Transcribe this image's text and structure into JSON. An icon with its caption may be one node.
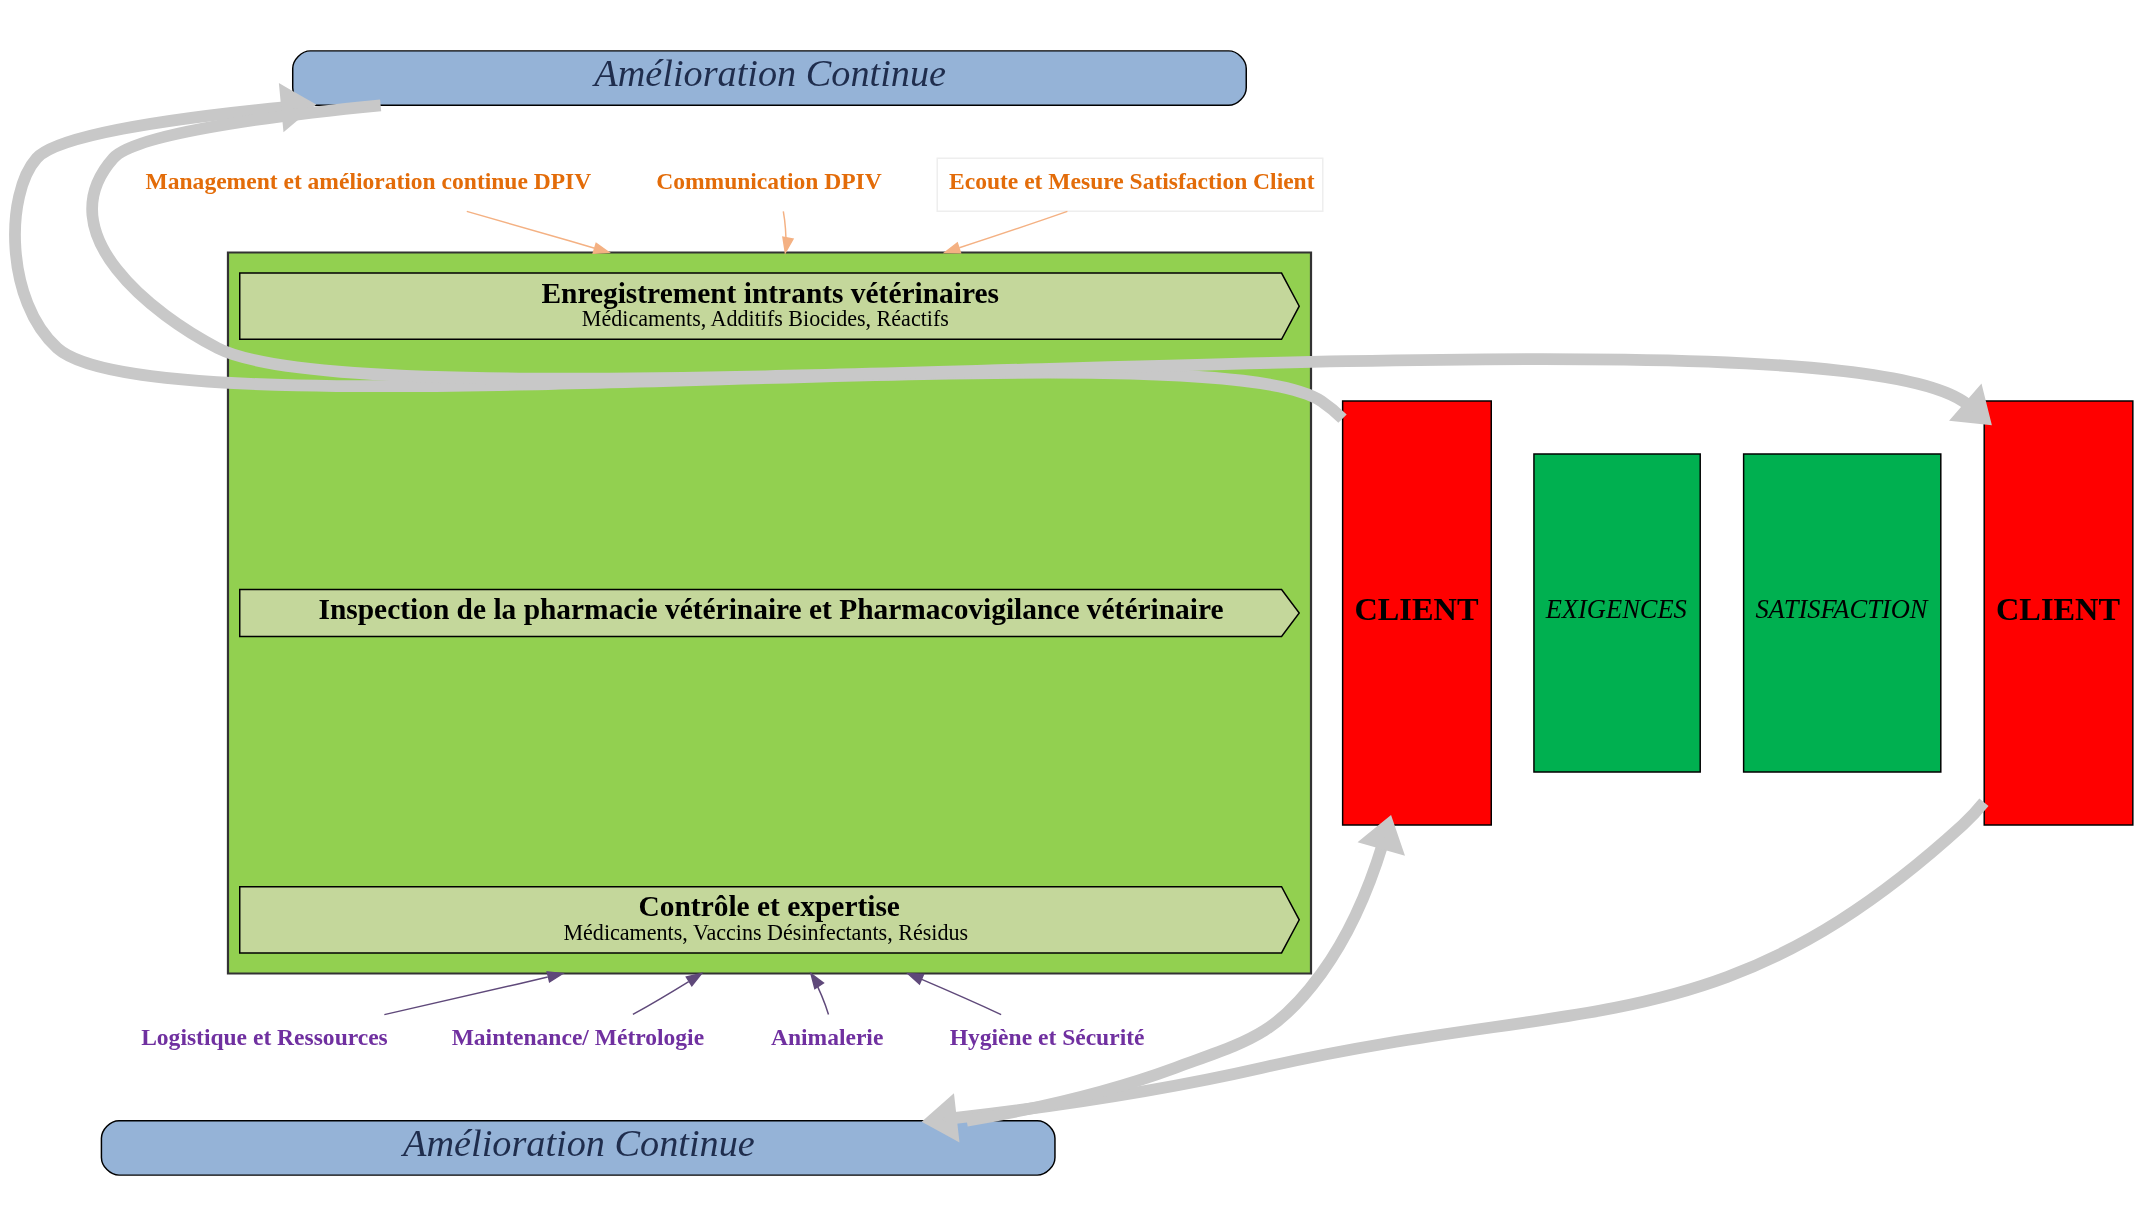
{
  "diagram": {
    "nodes": [
      {
        "text": [
          "Amélioration Continue"
        ]
      },
      {
        "text": [
          "CLIENT"
        ]
      },
      {
        "text": [
          "EXIGENCES"
        ]
      },
      {
        "text": [
          "Management et amélioration continue DPIV"
        ]
      },
      {
        "text": [
          "Communication DPIV"
        ]
      },
      {
        "text": [
          "Ecoute et Mesure Satisfaction Client"
        ]
      },
      {
        "text": [],
        "shape": "arrow"
      },
      {
        "text": [
          "Enregistrement intrants vétérinaires",
          "Médicaments, Additifs Biocides, Réactifs"
        ],
        "in": 6
      },
      {
        "text": [
          "Inspection de la pharmacie vétérinaire et Pharmacovigilance vétérinaire"
        ],
        "in": 6
      },
      {
        "text": [
          "Contrôle et expertise",
          "Médicaments, Vaccins Désinfectants, Résidus"
        ],
        "in": 6
      },
      {
        "text": [
          "SATISFACTION"
        ]
      },
      {
        "text": [
          "CLIENT"
        ]
      },
      {
        "text": [
          "Logistique et Ressources"
        ]
      },
      {
        "text": [
          "Maintenance/ Métrologie"
        ]
      },
      {
        "text": [
          "Animalerie"
        ]
      },
      {
        "text": [
          "Hygiène et Sécurité"
        ]
      },
      {
        "text": [
          "Amélioration Continue"
        ]
      }
    ],
    "edges": [
      {
        "from": 1,
        "to": 0,
        "arrow": "to",
        "style": "thick",
        "color": "#c8c8c8"
      },
      {
        "from": 0,
        "to": 11,
        "arrow": "to",
        "style": "thick",
        "color": "#c8c8c8"
      },
      {
        "from": 11,
        "to": 16,
        "arrow": "to",
        "style": "thick",
        "color": "#c8c8c8"
      },
      {
        "from": 16,
        "to": 1,
        "arrow": "to",
        "style": "thick",
        "color": "#c8c8c8"
      },
      {
        "from": 3,
        "to": 6,
        "arrow": "to",
        "color": "#f4b183"
      },
      {
        "from": 4,
        "to": 6,
        "arrow": "to",
        "color": "#f4b183"
      },
      {
        "from": 5,
        "to": 6,
        "arrow": "to",
        "color": "#f4b183"
      },
      {
        "from": 12,
        "to": 6,
        "arrow": "to",
        "color": "#5f497a"
      },
      {
        "from": 13,
        "to": 6,
        "arrow": "to",
        "color": "#5f497a"
      },
      {
        "from": 14,
        "to": 6,
        "arrow": "to",
        "color": "#5f497a"
      },
      {
        "from": 15,
        "to": 6,
        "arrow": "to",
        "color": "#5f497a"
      }
    ]
  }
}
